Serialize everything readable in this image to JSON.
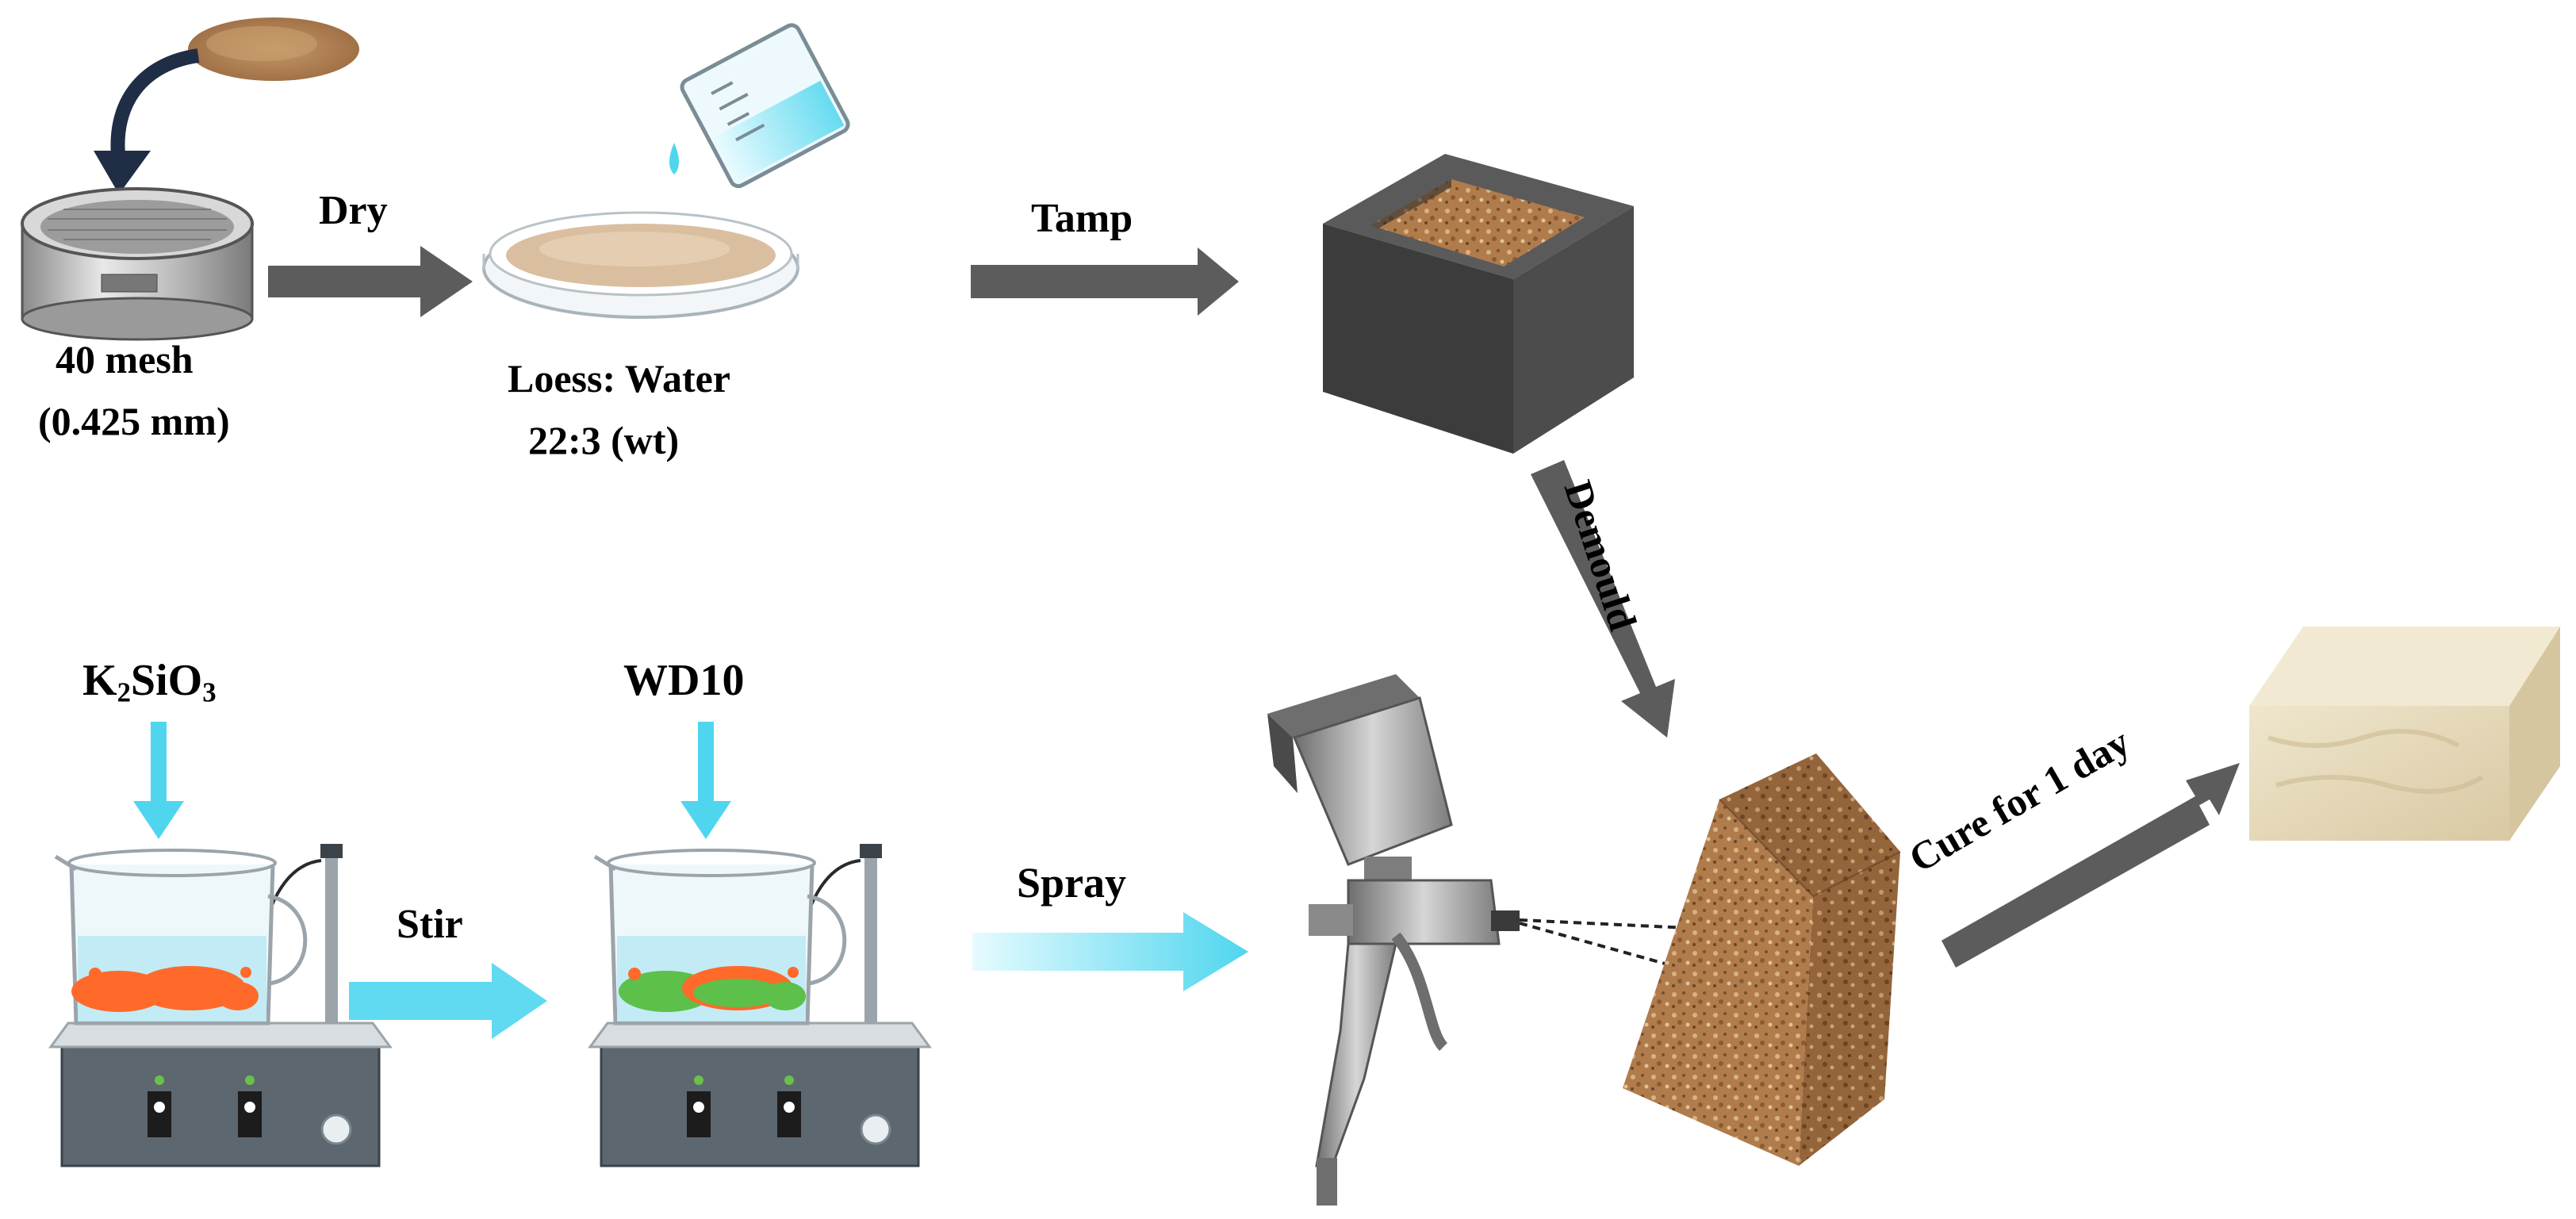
{
  "steps": {
    "sieve": {
      "line1": "40 mesh",
      "line2": "(0.425 mm)"
    },
    "dry": "Dry",
    "mix": {
      "line1": "Loess: Water",
      "line2": "22:3  (wt)"
    },
    "tamp": "Tamp",
    "demould": "Demould",
    "cure": "Cure for 1 day",
    "spray": "Spray",
    "stir": "Stir"
  },
  "reagents": {
    "first": {
      "prefix": "K",
      "sub1": "2",
      "mid": "SiO",
      "sub2": "3"
    },
    "second": "WD10"
  },
  "colors": {
    "process_arrow": "#5c5c5c",
    "liquid_arrow": "#4fd6ee",
    "loess": "#b8875a",
    "cured_block": "#e7dcc0",
    "mould": "#4a4a4a",
    "particles_potassium_silicate": "#ff6a2a",
    "particles_wd10": "#5cc04a"
  },
  "icons": [
    "sieve-icon",
    "petri-dish-icon",
    "beaker-pour-icon",
    "mould-icon",
    "stirrer-icon",
    "spray-gun-icon",
    "sample-block-icon",
    "cured-block-icon"
  ]
}
